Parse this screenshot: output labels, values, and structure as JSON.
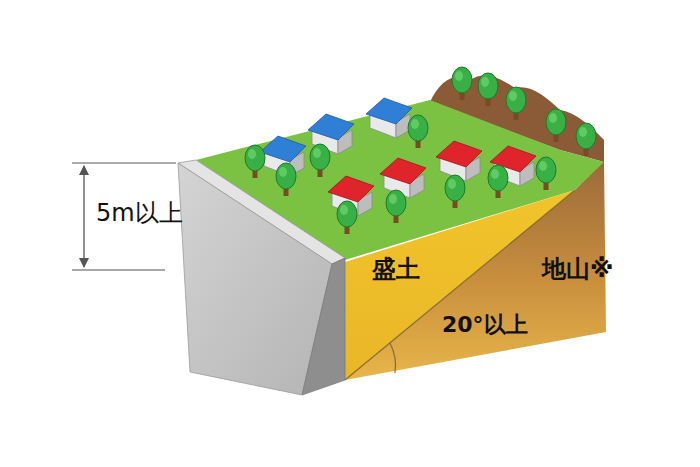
{
  "diagram": {
    "labels": [
      "5m以上",
      "盛土",
      "20°以上",
      "地山※"
    ]
  }
}
